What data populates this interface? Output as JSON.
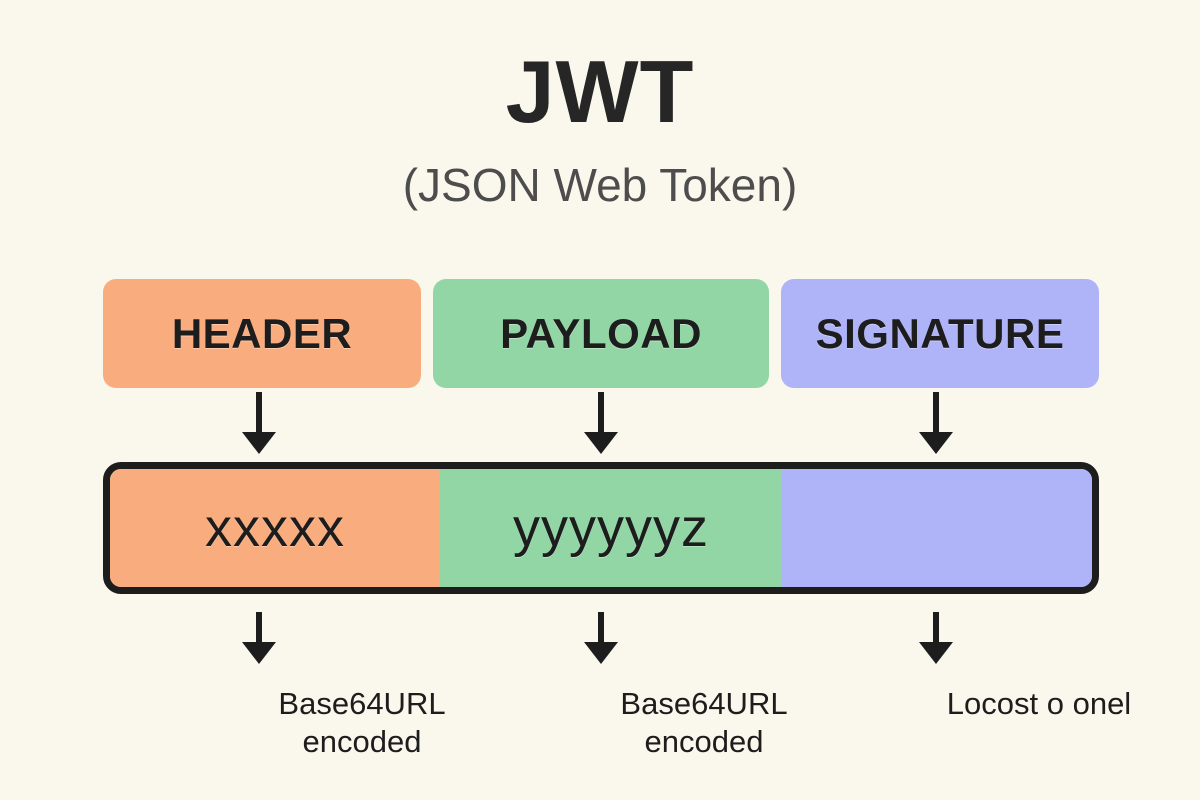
{
  "background_color": "#faf7ec",
  "title": {
    "main": "JWT",
    "subtitle": "(JSON Web Token)"
  },
  "parts": [
    {
      "label": "HEADER",
      "color": "#f9ad7f"
    },
    {
      "label": "PAYLOAD",
      "color": "#93d6a6"
    },
    {
      "label": "SIGNATURE",
      "color": "#afb4f8"
    }
  ],
  "token_bar": {
    "border_color": "#1d1d1d",
    "segments": [
      {
        "name": "header",
        "text": "xxxxx",
        "color": "#f9ad7f"
      },
      {
        "name": "payload",
        "text": "yyyyyyz",
        "color": "#93d6a6"
      },
      {
        "name": "signature",
        "text": "",
        "color": "#afb4f8"
      }
    ]
  },
  "captions": [
    "Base64URL\nencoded",
    "Base64URL\nencoded",
    "Locost o onel"
  ],
  "arrows": {
    "icon": "arrow-down-icon",
    "color": "#1d1d1d",
    "top_count": 3,
    "bottom_count": 3
  }
}
